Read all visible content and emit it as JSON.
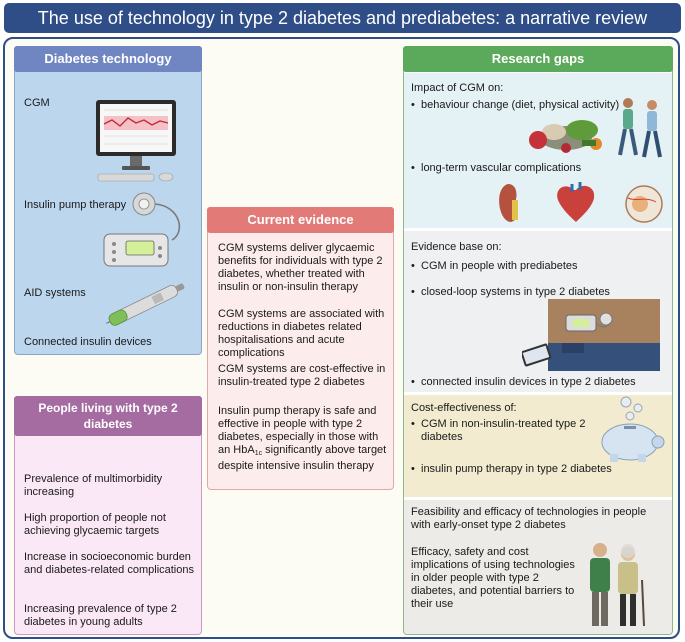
{
  "title": "The use of technology in type 2 diabetes and prediabetes: a narrative review",
  "diabetes_technology": {
    "header": "Diabetes technology",
    "items": [
      "CGM",
      "Insulin pump therapy",
      "AID systems",
      "Connected insulin devices"
    ]
  },
  "people_living": {
    "header_line1": "People living with type 2",
    "header_line2": "diabetes",
    "items": [
      "Prevalence of multimorbidity increasing",
      "High proportion of people not achieving glycaemic targets",
      "Increase in socioeconomic burden and diabetes-related complications",
      "Increasing prevalence of type 2 diabetes in young adults"
    ]
  },
  "current_evidence": {
    "header": "Current evidence",
    "items": [
      "CGM systems deliver glycaemic benefits for individuals with type 2 diabetes, whether treated with insulin or non-insulin therapy",
      "CGM systems are associated with reductions in diabetes related hospitalisations and acute complications",
      "CGM systems are cost-effective in insulin-treated type 2 diabetes"
    ],
    "last_item_pre": "Insulin pump therapy is safe and effective in people with type 2 diabetes, especially in those with an HbA",
    "last_item_sub": "1c",
    "last_item_post": " significantly above target despite intensive insulin therapy"
  },
  "research_gaps": {
    "header": "Research gaps",
    "cgm_impact": {
      "title": "Impact of CGM on:",
      "items": [
        "behaviour change (diet, physical activity)",
        "long-term vascular complications"
      ]
    },
    "evidence_base": {
      "title": "Evidence base on:",
      "items": [
        "CGM in people with prediabetes",
        "closed-loop systems in type 2 diabetes",
        "connected insulin devices in type 2 diabetes"
      ]
    },
    "cost_effectiveness": {
      "title": "Cost-effectiveness of:",
      "items": [
        "CGM in non-insulin-treated type 2 diabetes",
        "insulin pump therapy in type 2 diabetes"
      ]
    },
    "feasibility": "Feasibility and efficacy of technologies in people with early-onset type 2 diabetes",
    "efficacy": "Efficacy, safety and cost implications of using technologies in older people with type 2 diabetes, and potential barriers to their use"
  },
  "colors": {
    "title_bg": "#2f4d86",
    "blue_header": "#6f86c3",
    "blue_panel": "#bcd6ee",
    "red_header": "#e27a78",
    "red_panel": "#fdecec",
    "purple_header": "#a56ca2",
    "purple_panel": "#fbe8f6",
    "green_header": "#5ba95a",
    "teal_panel": "#e4f1f5",
    "grey_panel": "#eef0f2",
    "tan_panel": "#f2ebcf",
    "stone_panel": "#ecebe7"
  }
}
